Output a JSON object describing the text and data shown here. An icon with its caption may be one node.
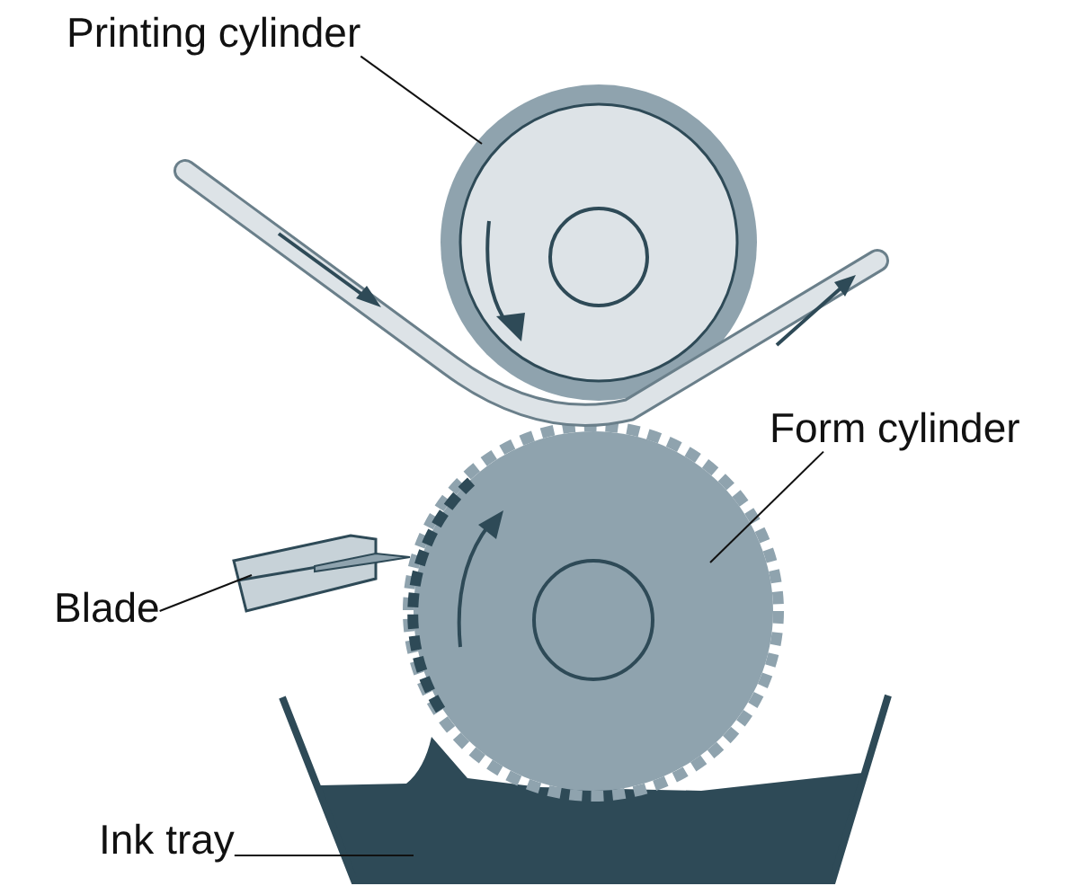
{
  "diagram": {
    "nodes": [
      {
        "text": [
          "Printing cylinder"
        ]
      },
      {
        "text": [],
        "shape": "picture"
      },
      {
        "text": [
          "Form cylinder"
        ]
      },
      {
        "text": [],
        "shape": "picture"
      },
      {
        "text": [
          "Blade"
        ]
      },
      {
        "text": [],
        "shape": "picture"
      },
      {
        "text": [
          "Ink tray"
        ]
      },
      {
        "text": [],
        "shape": "picture"
      }
    ],
    "edges": [
      {
        "from": 0,
        "to": 1,
        "arrow": "none"
      },
      {
        "from": 2,
        "to": 3,
        "arrow": "none"
      },
      {
        "from": 4,
        "to": 5,
        "arrow": "none"
      },
      {
        "from": 6,
        "to": 7,
        "arrow": "none"
      }
    ]
  }
}
